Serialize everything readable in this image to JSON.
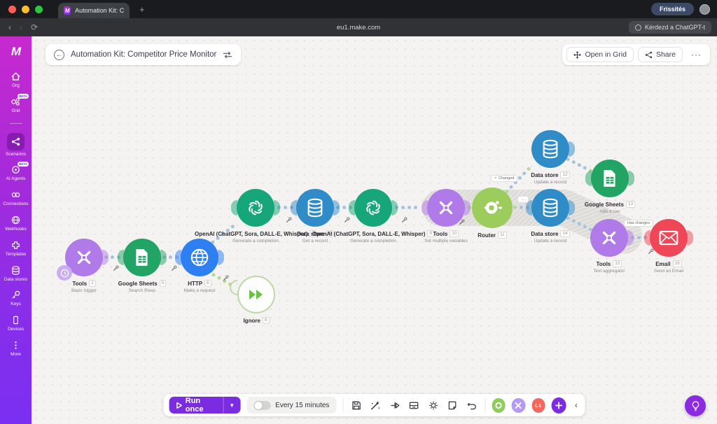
{
  "browser": {
    "tab_title": "Automation Kit: Com",
    "new_tab": "+",
    "url": "eu1.make.com",
    "update_button": "Frissítés",
    "ask_chatgpt": "Kérdezd a ChatGPT-t",
    "back": "‹",
    "forward": "›",
    "reload": "⟳"
  },
  "sidebar": {
    "items": [
      {
        "label": "Org"
      },
      {
        "label": "Grid",
        "beta": "BETA"
      },
      {
        "label": "Scenarios"
      },
      {
        "label": "AI Agents",
        "beta": "BETA"
      },
      {
        "label": "Connections"
      },
      {
        "label": "Webhooks"
      },
      {
        "label": "Templates"
      },
      {
        "label": "Data stores"
      },
      {
        "label": "Keys"
      },
      {
        "label": "Devices"
      },
      {
        "label": "More"
      }
    ]
  },
  "header": {
    "title": "Automation Kit: Competitor Price Monitor",
    "open_in_grid": "Open in Grid",
    "share": "Share",
    "more": "···"
  },
  "nodes": [
    {
      "name": "Tools",
      "badge": "2",
      "sublabel": "Basic trigger"
    },
    {
      "name": "Google Sheets",
      "badge": "5",
      "sublabel": "Search Rows"
    },
    {
      "name": "HTTP",
      "badge": "6",
      "sublabel": "Make a request"
    },
    {
      "name": "Ignore",
      "badge": "8",
      "sublabel": ""
    },
    {
      "name": "OpenAI (ChatGPT, Sora, DALL-E, Whisper)",
      "badge": "7",
      "sublabel": "Generate a completion"
    },
    {
      "name": "Data store",
      "badge": "4",
      "sublabel": "Get a record"
    },
    {
      "name": "OpenAI (ChatGPT, Sora, DALL-E, Whisper)",
      "badge": "9",
      "sublabel": "Generate a completion"
    },
    {
      "name": "Tools",
      "badge": "10",
      "sublabel": "Set multiple variables"
    },
    {
      "name": "Router",
      "badge": "11",
      "sublabel": ""
    },
    {
      "name": "Data store",
      "badge": "12",
      "sublabel": "Update a record"
    },
    {
      "name": "Google Sheets",
      "badge": "13",
      "sublabel": "Add a row"
    },
    {
      "name": "Data store",
      "badge": "14",
      "sublabel": "Update a record"
    },
    {
      "name": "Tools",
      "badge": "15",
      "sublabel": "Text aggregator"
    },
    {
      "name": "Email",
      "badge": "16",
      "sublabel": "Send an Email"
    }
  ],
  "connections": {
    "changed_label": "Changed",
    "has_changes_label": "Has changes",
    "mini_filter": "↔"
  },
  "toolbar": {
    "run_once": "Run once",
    "schedule": "Every 15 minutes",
    "badge": "L1"
  },
  "colors": {
    "tools": "#b07ae8",
    "sheets": "#21a464",
    "http": "#2e7ff1",
    "openai": "#16a679",
    "datastore": "#2f8cc7",
    "router": "#9ccc5c",
    "email": "#ef4658",
    "ignore_green": "#6cc04a",
    "accent": "#7b2ce0"
  }
}
